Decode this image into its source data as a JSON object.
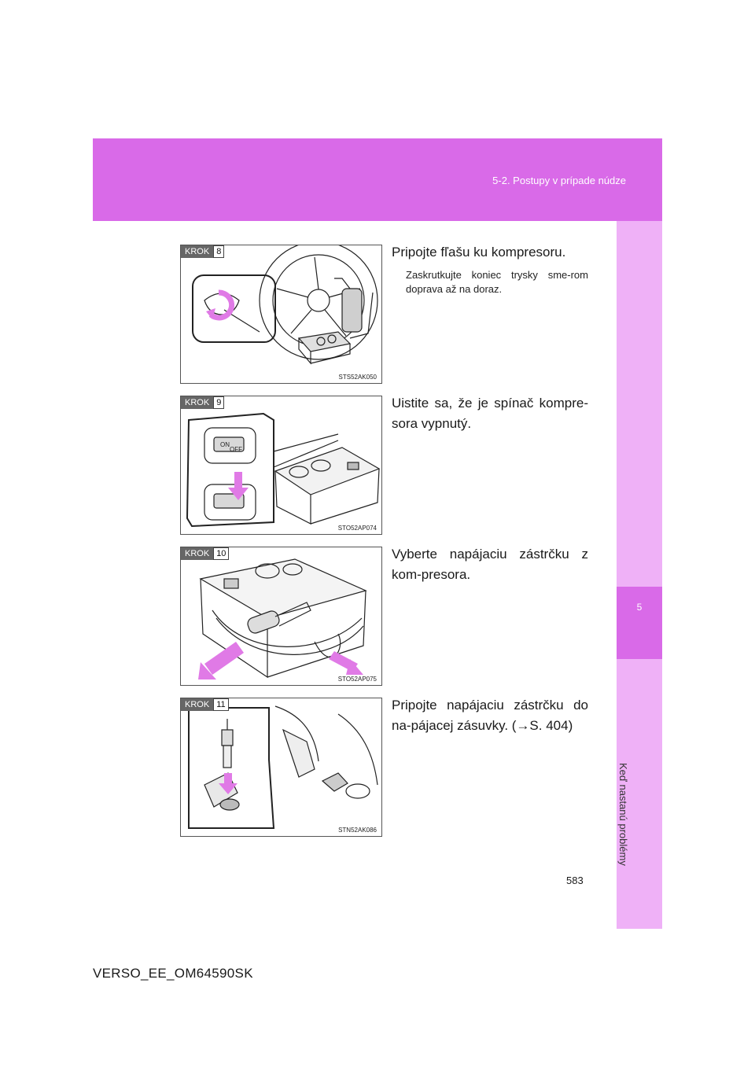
{
  "header": {
    "section_title": "5-2. Postupy v prípade núdze"
  },
  "side_tab": {
    "chapter_number": "5",
    "chapter_label": "Keď nastanú problémy"
  },
  "steps": [
    {
      "badge": "KROK",
      "number": "8",
      "image_code": "STS52AK050",
      "text": "Pripojte fľašu ku kompresoru.",
      "subtext": "Zaskrutkujte koniec trysky sme-rom doprava až na doraz."
    },
    {
      "badge": "KROK",
      "number": "9",
      "image_code": "STO52AP074",
      "text": "Uistite sa, že je spínač kompre-sora vypnutý.",
      "switch_on": "ON",
      "switch_off": "OFF"
    },
    {
      "badge": "KROK",
      "number": "10",
      "image_code": "STO52AP075",
      "text": "Vyberte napájaciu zástrčku z kom-presora."
    },
    {
      "badge": "KROK",
      "number": "11",
      "image_code": "STN52AK086",
      "text": "Pripojte napájaciu zástrčku do na-pájacej zásuvky. (→S. 404)"
    }
  ],
  "page_number": "583",
  "footer": {
    "doc_code": "VERSO_EE_OM64590SK"
  }
}
